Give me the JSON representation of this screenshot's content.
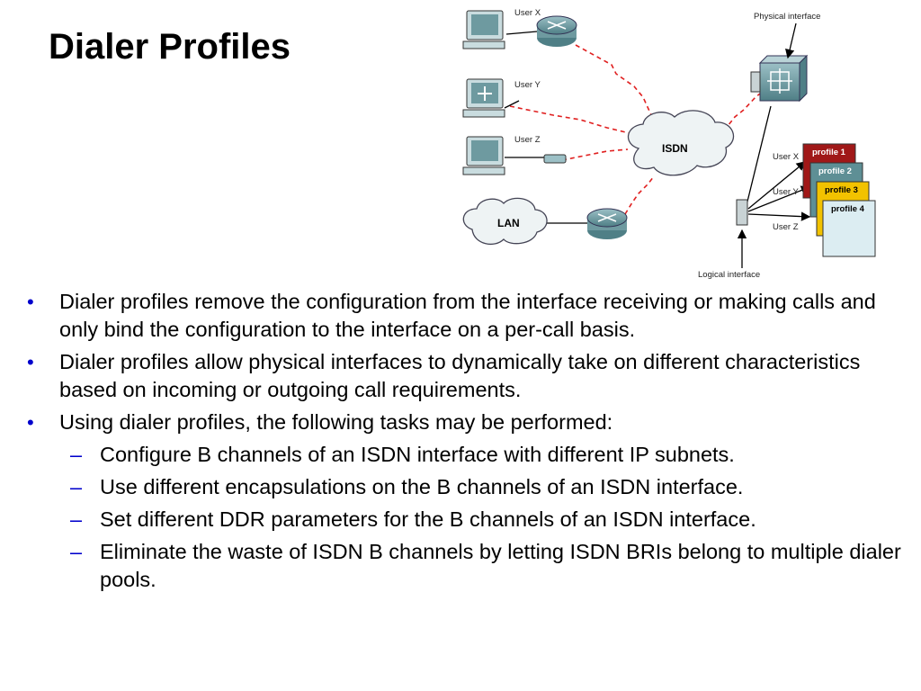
{
  "title": "Dialer Profiles",
  "diagram": {
    "labels": {
      "user_x": "User X",
      "user_y": "User Y",
      "user_z": "User Z",
      "isdn": "ISDN",
      "lan": "LAN",
      "physical_interface": "Physical interface",
      "logical_interface": "Logical interface",
      "profile_user_x": "User X",
      "profile_user_y": "User Y",
      "profile_user_z": "User Z"
    },
    "profiles": [
      "profile 1",
      "profile 2",
      "profile 3",
      "profile 4"
    ],
    "colors": {
      "profile_1": "#a01818",
      "profile_2": "#5e8f95",
      "profile_3": "#f2c200",
      "profile_4": "#dcedf2",
      "link": "#e02020",
      "device": "#6e9aa0"
    }
  },
  "bullets": [
    {
      "level": 1,
      "marker": "•",
      "text": "Dialer profiles remove the configuration from the interface receiving or making calls and only bind the configuration to the interface on a per-call basis."
    },
    {
      "level": 1,
      "marker": "•",
      "text": "Dialer profiles allow physical interfaces to dynamically take on different characteristics based on incoming or outgoing call requirements."
    },
    {
      "level": 1,
      "marker": "•",
      "text": "Using dialer profiles, the following tasks may be performed:"
    },
    {
      "level": 2,
      "marker": "–",
      "text": "Configure B channels of an ISDN interface with different IP subnets."
    },
    {
      "level": 2,
      "marker": "–",
      "text": "Use different encapsulations on the B channels of an ISDN interface."
    },
    {
      "level": 2,
      "marker": "–",
      "text": "Set different DDR parameters for the B channels of an ISDN interface."
    },
    {
      "level": 2,
      "marker": "–",
      "text": "Eliminate the waste of ISDN B channels by letting ISDN BRIs belong to multiple dialer pools."
    }
  ]
}
